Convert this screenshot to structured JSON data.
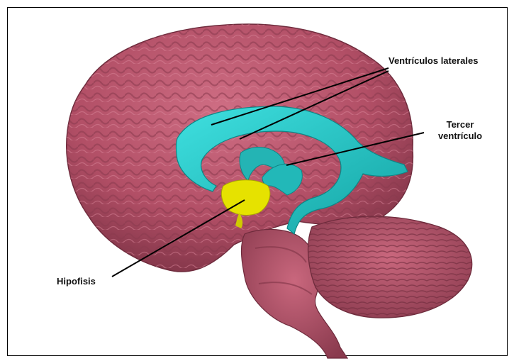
{
  "labels": {
    "ventriculos_laterales": "Ventrículos laterales",
    "tercer_line1": "Tercer",
    "tercer_line2": "ventrículo",
    "hipofisis": "Hipofisis"
  },
  "colors": {
    "brain": "#b8546b",
    "brain_shadow": "#7e3346",
    "brain_highlight": "#d57a8e",
    "ventricles": "#2ec9c9",
    "ventricles_shadow": "#159a9a",
    "pituitary": "#e6e200",
    "pointer": "#000000"
  }
}
